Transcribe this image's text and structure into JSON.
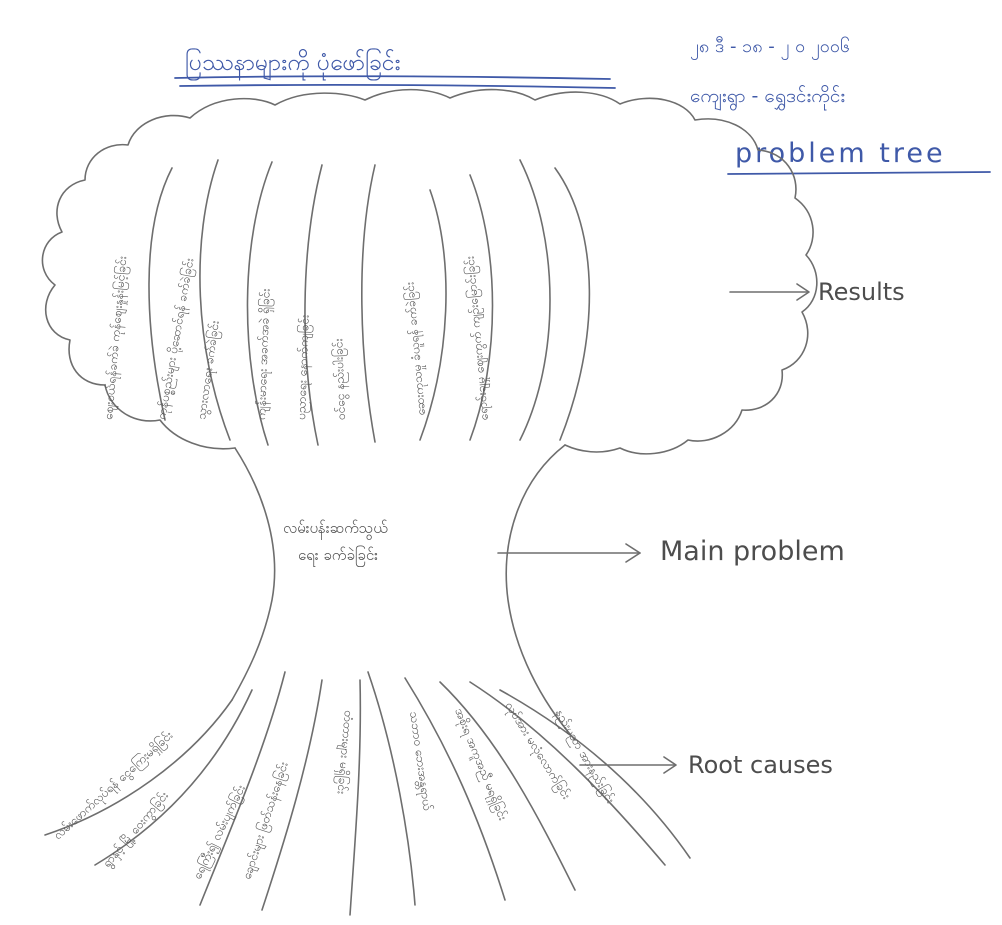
{
  "header": {
    "title": "ပြဿနာများကို ပုံဖော်ခြင်း",
    "date": "၂၈ ဒီ - ၁၈ - ၂ ၀ ၂၀၀၆",
    "author": "ကျေးရွာ - ရွှေဒင်းကိုင်း",
    "subtitle": "problem tree"
  },
  "diagram": {
    "results_label": "Results",
    "main_problem_label": "Main problem",
    "root_causes_label": "Root causes",
    "main_problem_text_line1": "လမ်းပန်းဆက်သွယ်",
    "main_problem_text_line2": "ရေး ခက်ခဲခြင်း",
    "result_branches": [
      "ဈေးဝယ်ရန်ခက်ခဲ ကုန်စျေးနှုန်းမြင့်ခြင်း",
      "ကုန်ပစ္စည်းများ ပို့ဆောင်ရန် ခက်ခဲခြင်း",
      "သွားလာရေး ခက်ခဲခြင်း",
      "ကျန်းမာရေး အခက်အခဲ ရှိခြင်း",
      "ပညာရေး နောက်ကျခြင်း",
      "ဝင်ငွေ နည်းပါးခြင်း",
      "ဆေးကုသမှု ခံယူရန် ခက်ခဲခြင်း",
      "ရောင်းချမှု ဈေးကွက် ကျဉ်းမြောင်းခြင်း"
    ],
    "root_branches": [
      "လမ်းဖောက်လုပ်ရန် ငွေကြေးမရှိခြင်း",
      "ရွာနှင့် မြို့ ဝေးကွာခြင်း",
      "ရေကြီး၍ လမ်းပျက်ခြင်း",
      "ချောင်းများ ဖြတ်သန်းနေခြင်း",
      "တံတားများ မရှိခြင်း",
      "သဘာဝ ဘေးအန္တရာယ်",
      "အစိုးရ အကူအညီ မရရှိခြင်း",
      "လုပ်အား မလုံလောက်ခြင်း",
      "နည်းပညာ အားနည်းခြင်း"
    ]
  },
  "colors": {
    "ink": "#6e6e6e",
    "blue_ink": "#3f59a8",
    "paper": "#ffffff"
  }
}
